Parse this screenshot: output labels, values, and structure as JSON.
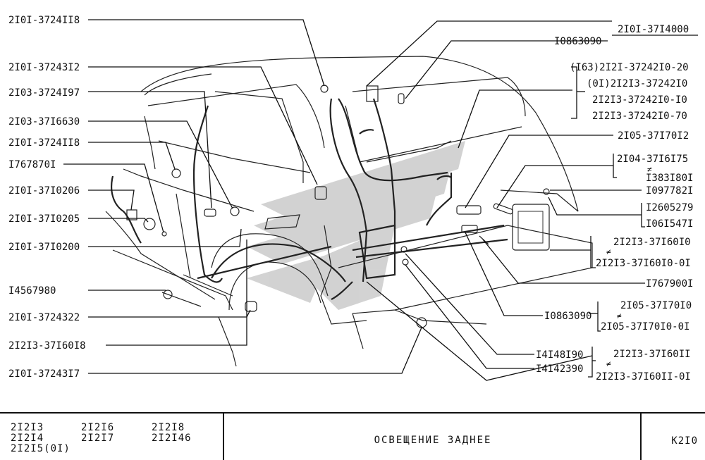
{
  "labels_left": [
    "2I0I-3724II8",
    "2I0I-37243I2",
    "2I03-3724I97",
    "2I03-37I6630",
    "2I0I-3724II8",
    "I767870I",
    "2I0I-37I0206",
    "2I0I-37I0205",
    "2I0I-37I0200",
    "I4567980",
    "2I0I-3724322",
    "2I2I3-37I60I8",
    "2I0I-37243I7"
  ],
  "labels_right": {
    "r1": "2I0I-37I4000",
    "r2": "I0863090",
    "r3a": "(I63)2I2I-37242I0-20",
    "r3b": "(0I)2I2I3-37242I0",
    "r3c": "2I2I3-37242I0-I0",
    "r3d": "2I2I3-37242I0-70",
    "r4": "2I05-37I70I2",
    "r5a": "2I04-37I6I75",
    "r5b": "I383I80I",
    "r6": "I097782I",
    "r7a": "I2605279",
    "r7b": "I06I547I",
    "r8a": "2I2I3-37I60I0",
    "r8b": "2I2I3-37I60I0-0I",
    "r9": "I767900I",
    "r10": "I0863090",
    "r11a": "2I05-37I70I0",
    "r11b": "2I05-37I70I0-0I",
    "r12": "I4I48I90",
    "r13": "I4I42390",
    "r14a": "2I2I3-37I60II",
    "r14b": "2I2I3-37I60II-0I",
    "neq": "≠"
  },
  "footer": {
    "models": [
      "2I2I3",
      "2I2I6",
      "2I2I8",
      "2I2I4",
      "2I2I7",
      "2I2I46",
      "2I2I5(0I)"
    ],
    "title": "ОСВЕЩЕНИЕ ЗАДНЕЕ",
    "code": "К2I0"
  },
  "colors": {
    "ink": "#111111",
    "watermark": "#bfbfbf"
  }
}
